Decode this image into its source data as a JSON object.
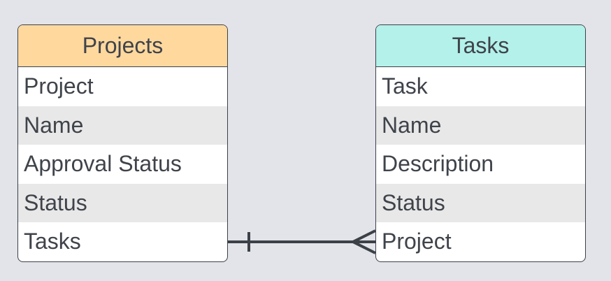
{
  "entities": [
    {
      "title": "Projects",
      "header_color": "#ffd89e",
      "fields": [
        "Project",
        "Name",
        "Approval Status",
        "Status",
        "Tasks"
      ]
    },
    {
      "title": "Tasks",
      "header_color": "#b3f1ea",
      "fields": [
        "Task",
        "Name",
        "Description",
        "Status",
        "Project"
      ]
    }
  ],
  "relationship": {
    "from": "Projects.Tasks",
    "to": "Tasks.Project",
    "from_cardinality": "one",
    "to_cardinality": "many"
  },
  "colors": {
    "background": "#e2e4e9",
    "line": "#3c4047",
    "text": "#3f434a",
    "row_alt": "#e8e8e8"
  }
}
